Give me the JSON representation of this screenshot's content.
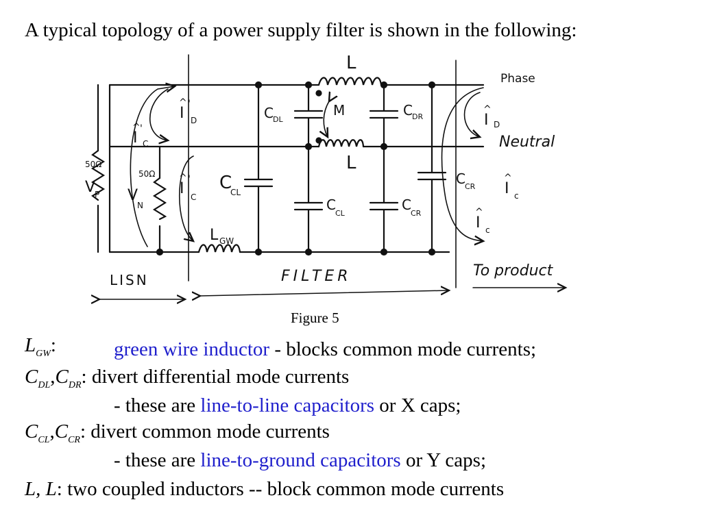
{
  "intro_text": "A typical topology of a power supply filter is shown in the following:",
  "figure_caption": "Figure 5",
  "diagram": {
    "labels": {
      "L_top": "L",
      "L_bottom": "L",
      "phase": "Phase",
      "neutral": "Neutral",
      "M": "M",
      "C_DL": "C",
      "C_DL_sub": "DL",
      "C_DR": "C",
      "C_DR_sub": "DR",
      "C_CL_big": "C",
      "C_CL_big_sub": "CL",
      "C_CL_small": "C",
      "C_CL_small_sub": "CL",
      "C_CR_small": "C",
      "C_CR_small_sub": "CR",
      "C_CR_right": "C",
      "C_CR_right_sub": "CR",
      "L_GW": "L",
      "L_GW_sub": "GW",
      "R_top": "50Ω",
      "R_bottom": "50Ω",
      "V_P": "V",
      "V_P_sub": "P",
      "V_N": "V",
      "V_N_sub": "N",
      "I_C_left": "I",
      "I_C_left_sub": "C",
      "I_C_left_prime": "'",
      "I_D_left": "I",
      "I_D_left_sub": "D",
      "I_D_left_prime": "'",
      "I_C_mid": "I",
      "I_C_mid_sub": "C",
      "I_C_mid_prime": "'",
      "I_D_right": "I",
      "I_D_right_sub": "D",
      "I_C_right_top": "I",
      "I_C_right_top_sub": "c",
      "I_C_right_bottom": "I",
      "I_C_right_bottom_sub": "c",
      "lisn": "LISN",
      "filter": "FILTER",
      "to_product": "To product"
    }
  },
  "definitions": {
    "lgw_sym": "L",
    "lgw_sub": "GW",
    "lgw_colon": ":",
    "lgw_blue": "green wire inductor",
    "lgw_rest": " - blocks common mode currents;",
    "cd_sym1": "C",
    "cd_sub1": "DL",
    "cd_sep": ",",
    "cd_sym2": "C",
    "cd_sub2": "DR",
    "cd_text": ": divert differential mode currents",
    "cd_line2_pre": "- these are ",
    "cd_line2_blue": "line-to-line capacitors",
    "cd_line2_post": " or X caps;",
    "cc_sym1": "C",
    "cc_sub1": "CL",
    "cc_sep": ",",
    "cc_sym2": "C",
    "cc_sub2": "CR",
    "cc_text": ": divert common mode currents",
    "cc_line2_pre": "- these are ",
    "cc_line2_blue": "line-to-ground capacitors",
    "cc_line2_post": " or Y caps;",
    "ll_sym": "L, L",
    "ll_text": ": two coupled inductors -- block common mode currents"
  }
}
